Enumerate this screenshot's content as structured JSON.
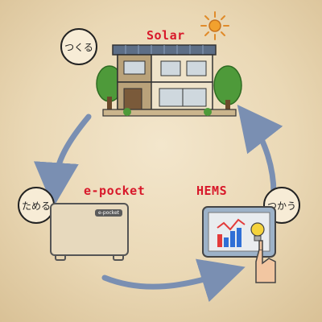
{
  "diagram": {
    "stages": {
      "solar": {
        "name": "Solar",
        "action": "つくる"
      },
      "battery": {
        "name": "e-pocket",
        "action": "ためる",
        "device_label": "e-pocket"
      },
      "hems": {
        "name": "HEMS",
        "action": "つかう"
      }
    },
    "colors": {
      "brand_red": "#d8182a",
      "arrow": "#7a8fb2",
      "sun": "#f2a12e",
      "chart_bars": [
        "#e33b3b",
        "#2f6fd6",
        "#2f6fd6",
        "#2f6fd6"
      ]
    },
    "icons": [
      "sun-icon",
      "house-icon",
      "battery-icon",
      "tablet-icon",
      "bulb-icon",
      "hand-icon"
    ]
  }
}
